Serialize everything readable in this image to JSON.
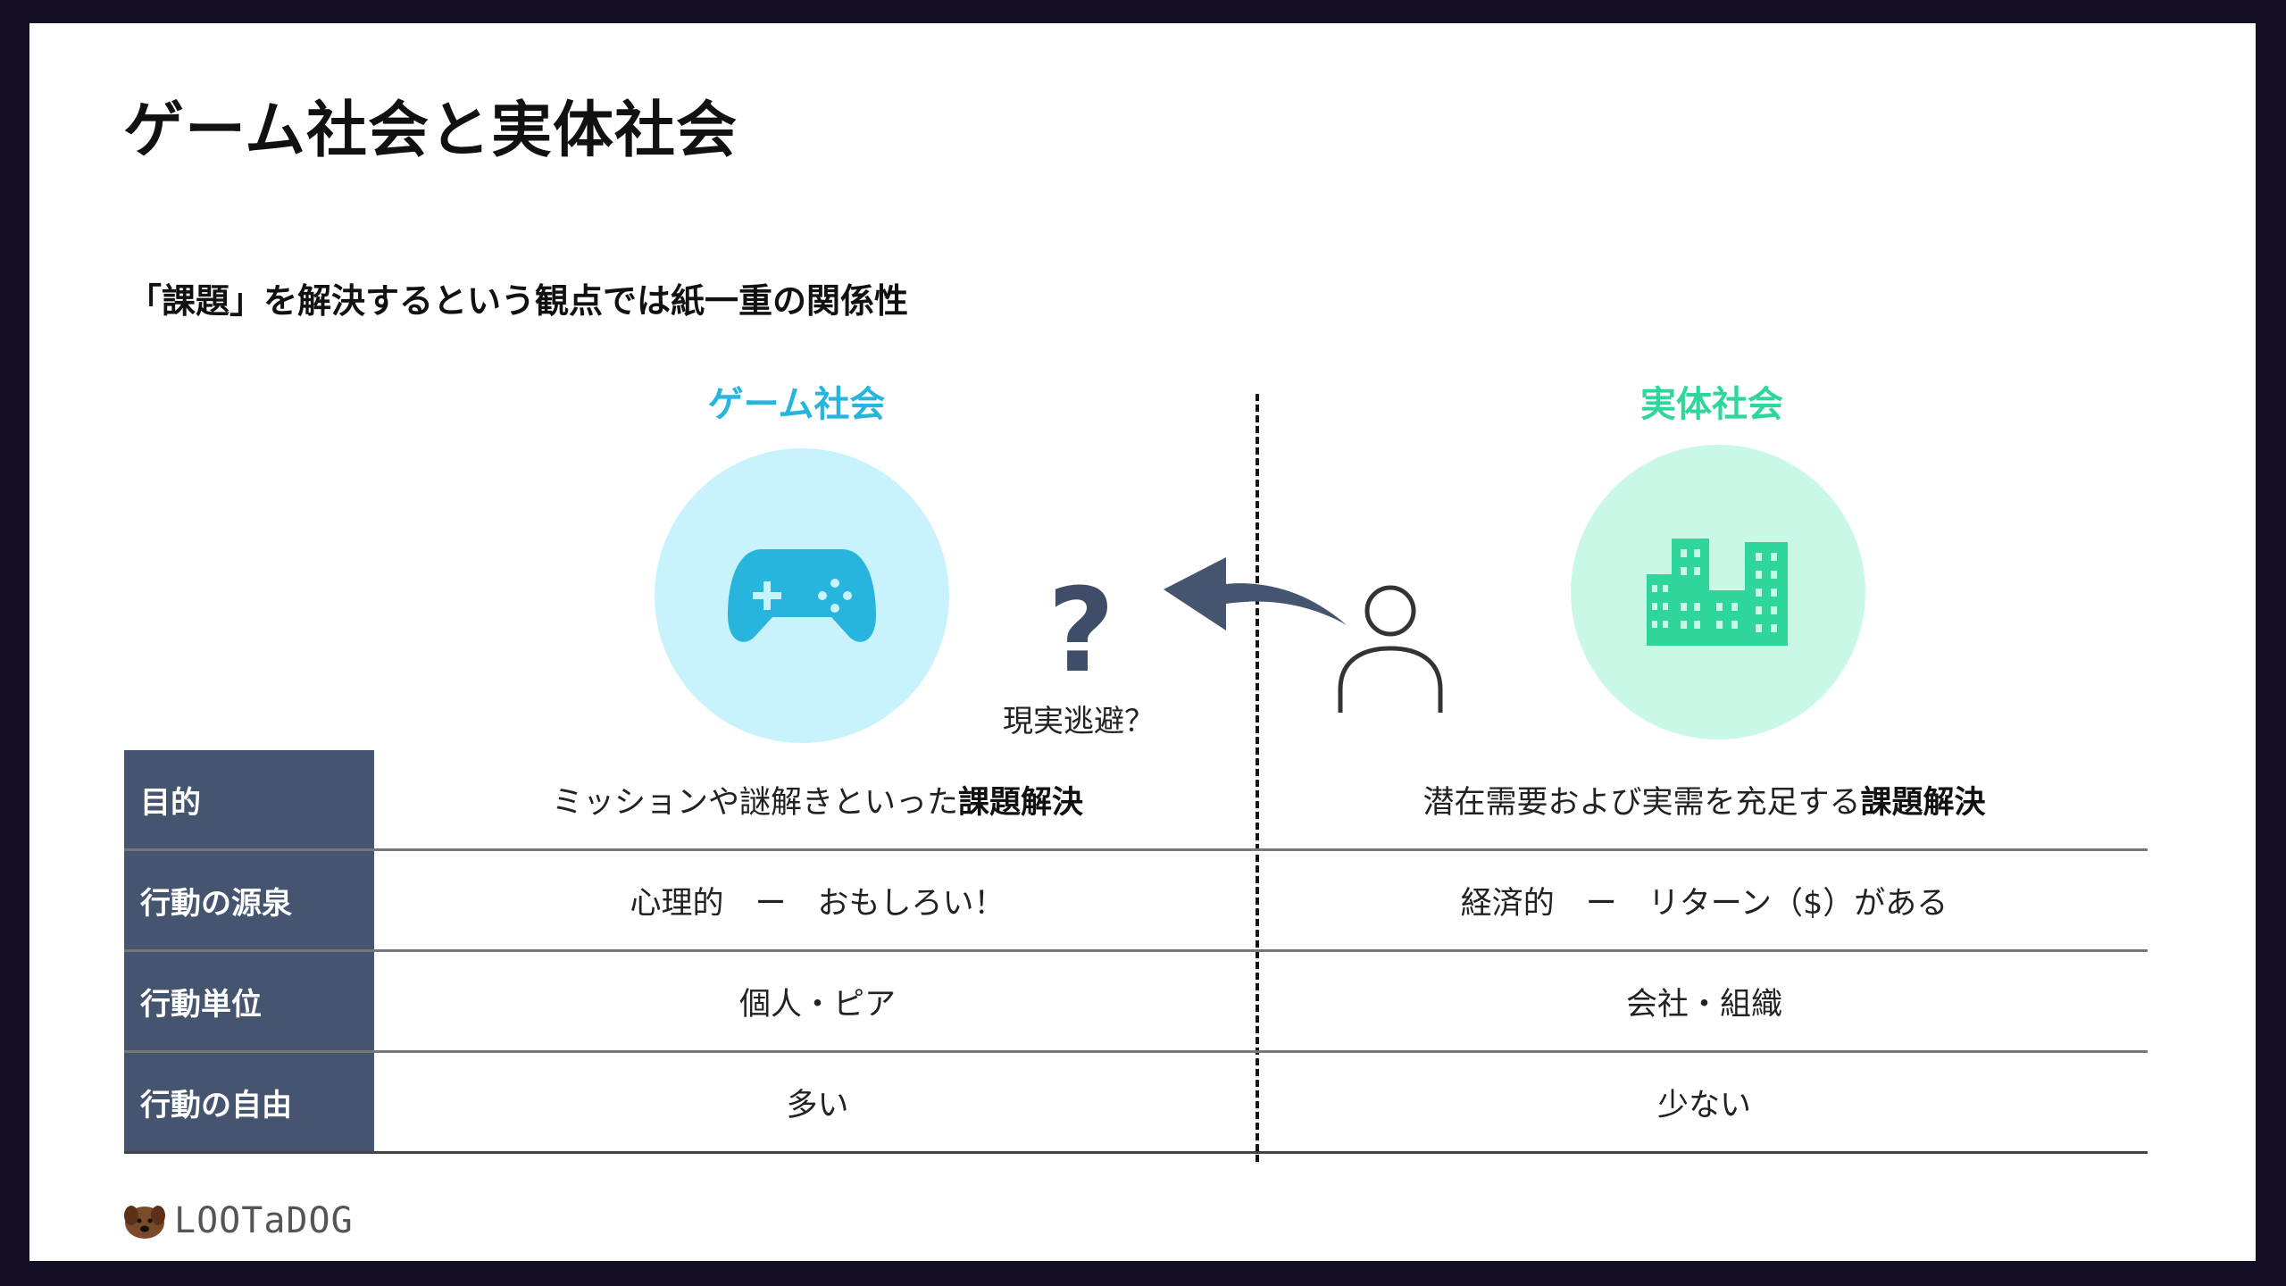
{
  "slide": {
    "title": "ゲーム社会と実体社会",
    "subtitle": "「課題」を解決するという観点では紙一重の関係性"
  },
  "columns": {
    "game": {
      "label": "ゲーム社会",
      "color": "#27b4dd",
      "icon": "gamepad-icon"
    },
    "real": {
      "label": "実体社会",
      "color": "#2fd699",
      "icon": "buildings-icon"
    }
  },
  "escape": {
    "mark": "?",
    "label": "現実逃避？"
  },
  "table": {
    "rows": [
      {
        "header": "目的",
        "game": "ミッションや謎解きといった",
        "game_bold": "課題解決",
        "real": "潜在需要および実需を充足する",
        "real_bold": "課題解決"
      },
      {
        "header": "行動の源泉",
        "game": "心理的　ー　おもしろい！",
        "game_bold": "",
        "real": "経済的　ー　リターン（$）がある",
        "real_bold": ""
      },
      {
        "header": "行動単位",
        "game": "個人・ピア",
        "game_bold": "",
        "real": "会社・組織",
        "real_bold": ""
      },
      {
        "header": "行動の自由",
        "game": "多い",
        "game_bold": "",
        "real": "少ない",
        "real_bold": ""
      }
    ]
  },
  "logo": {
    "text": "LOOTaDOG"
  }
}
